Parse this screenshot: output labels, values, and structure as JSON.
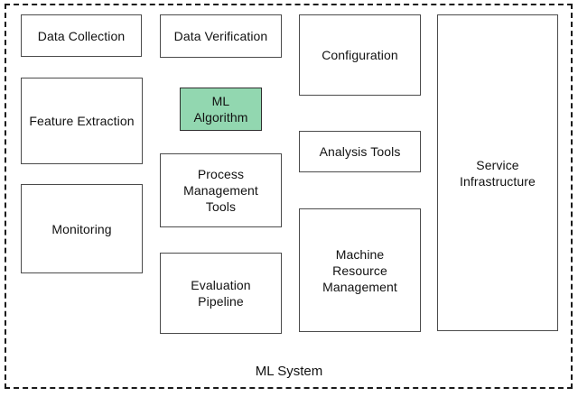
{
  "diagram": {
    "caption": "ML System",
    "colors": {
      "highlight_fill": "#92d7b0",
      "box_border": "#4b4b4b",
      "outline": "#1a1a1a",
      "text": "#111111",
      "background": "#ffffff"
    },
    "boxes": [
      {
        "id": "data-collection",
        "label": "Data Collection",
        "highlighted": false
      },
      {
        "id": "data-verification",
        "label": "Data Verification",
        "highlighted": false
      },
      {
        "id": "configuration",
        "label": "Configuration",
        "highlighted": false
      },
      {
        "id": "service-infrastructure",
        "label": "Service\nInfrastructure",
        "highlighted": false
      },
      {
        "id": "feature-extraction",
        "label": "Feature Extraction",
        "highlighted": false
      },
      {
        "id": "ml-algorithm",
        "label": "ML\nAlgorithm",
        "highlighted": true
      },
      {
        "id": "analysis-tools",
        "label": "Analysis Tools",
        "highlighted": false
      },
      {
        "id": "process-management-tools",
        "label": "Process\nManagement\nTools",
        "highlighted": false
      },
      {
        "id": "monitoring",
        "label": "Monitoring",
        "highlighted": false
      },
      {
        "id": "machine-resource-management",
        "label": "Machine\nResource\nManagement",
        "highlighted": false
      },
      {
        "id": "evaluation-pipeline",
        "label": "Evaluation\nPipeline",
        "highlighted": false
      }
    ]
  }
}
